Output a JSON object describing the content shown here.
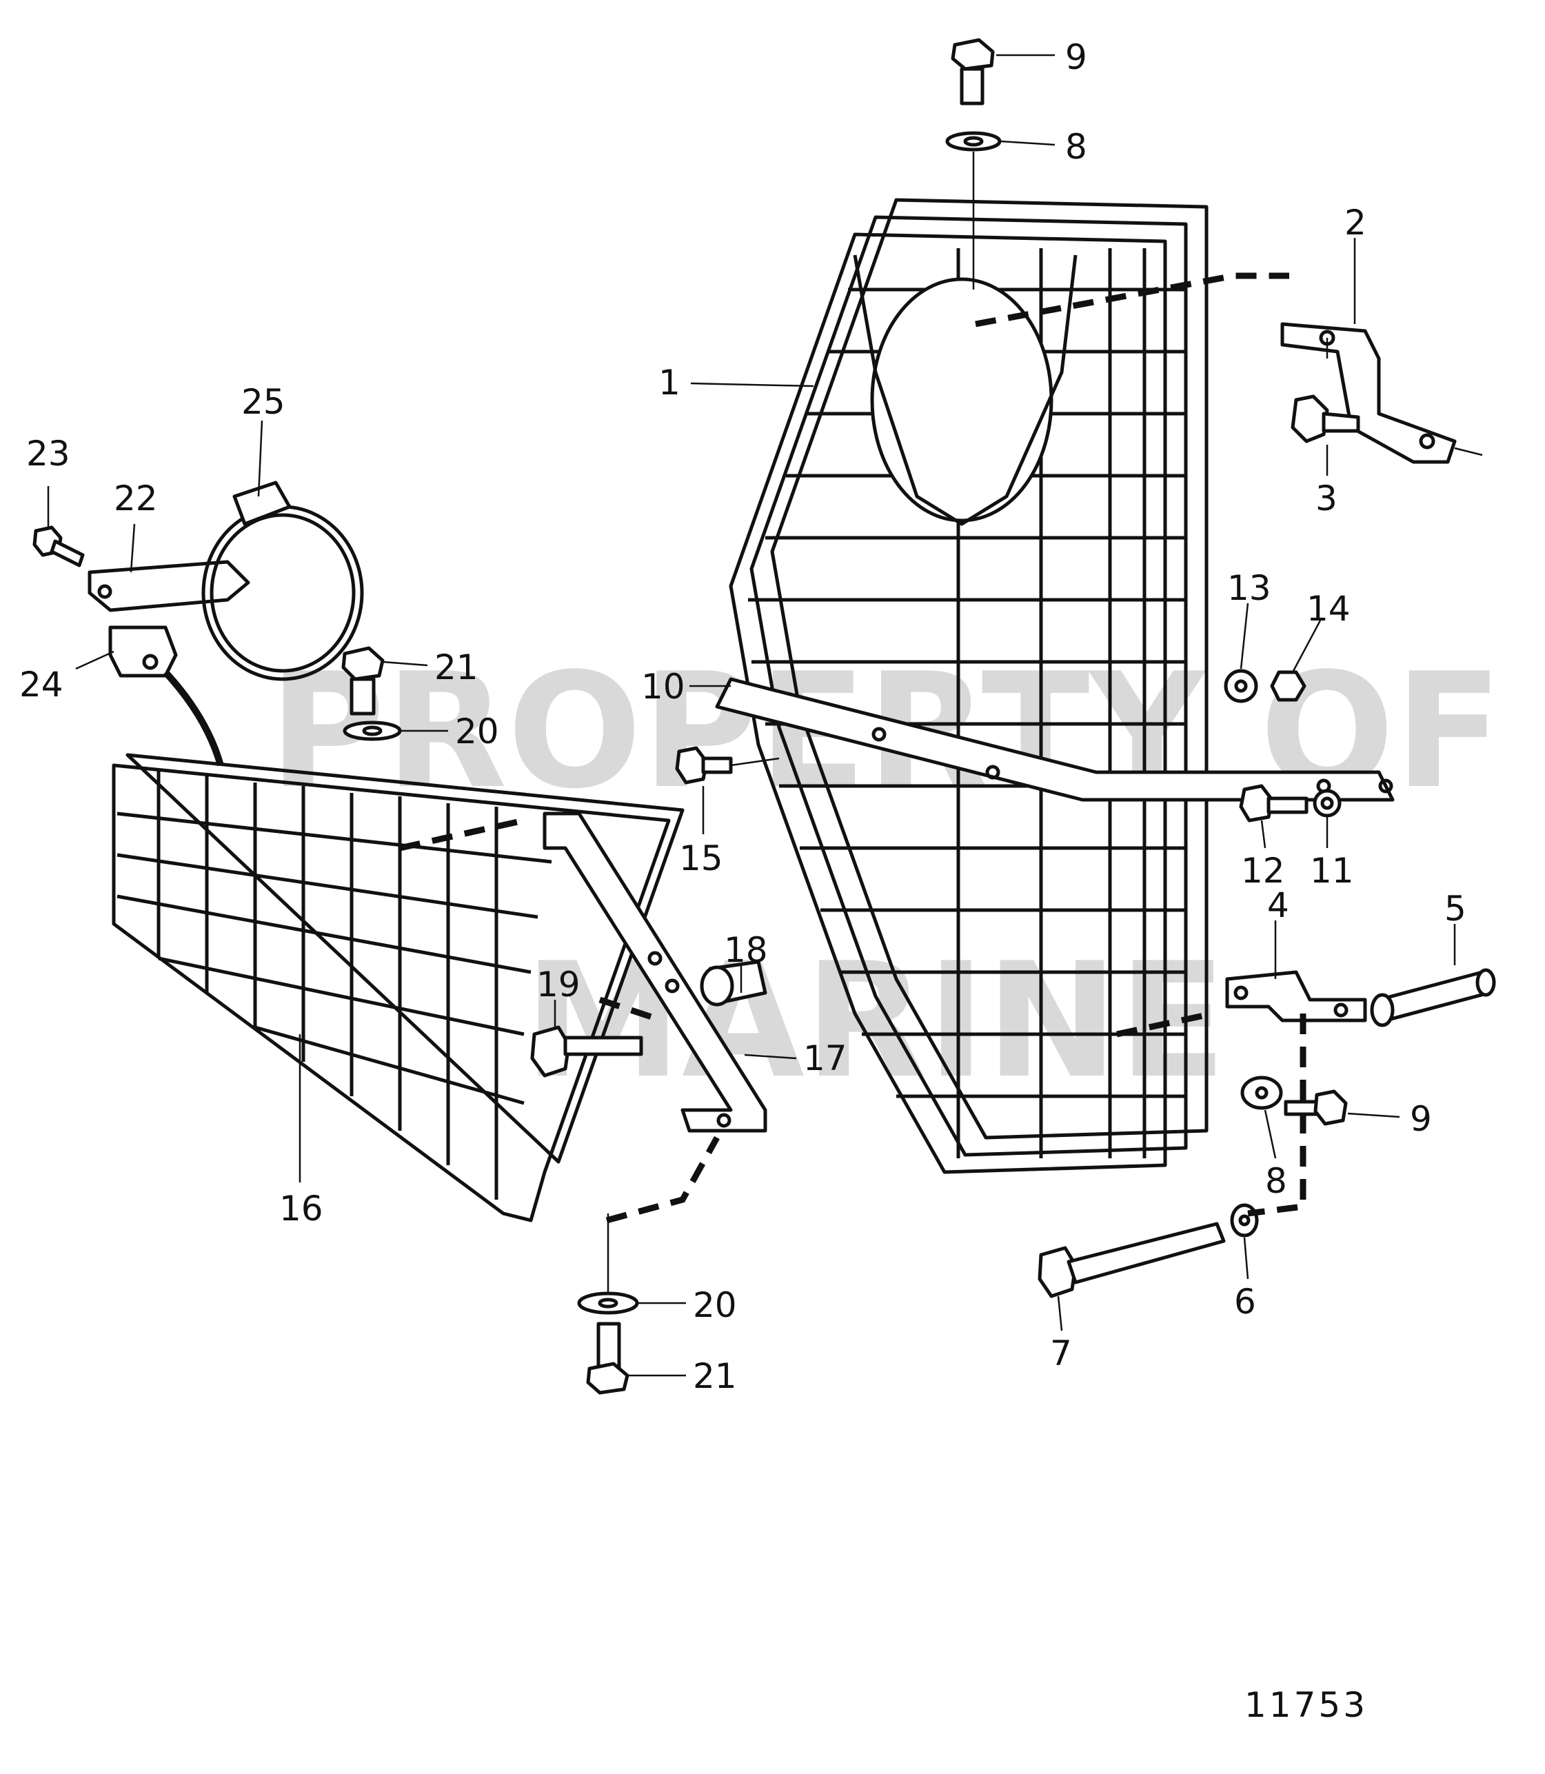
{
  "watermark": [
    "PROPERTY OF",
    "MARINE"
  ],
  "reference_number": "11753",
  "callouts": [
    "1",
    "2",
    "3",
    "4",
    "5",
    "6",
    "7",
    "8",
    "8",
    "9",
    "9",
    "10",
    "11",
    "12",
    "13",
    "14",
    "15",
    "16",
    "17",
    "18",
    "19",
    "20",
    "20",
    "21",
    "21",
    "22",
    "23",
    "24",
    "25"
  ]
}
